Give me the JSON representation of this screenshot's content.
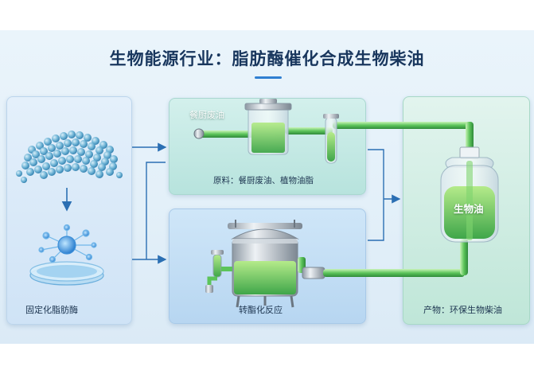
{
  "title": "生物能源行业：脂肪酶催化合成生物柴油",
  "panels": {
    "enzyme": {
      "label": "固定化脂肪酶"
    },
    "feedstock": {
      "tag": "餐厨废油",
      "label": "原料：餐厨废油、植物油脂"
    },
    "reaction": {
      "label": "转酯化反应"
    },
    "product": {
      "tank_label": "生物油",
      "label": "产物：环保生物柴油"
    }
  },
  "colors": {
    "title": "#18365d",
    "accent": "#2f7fd1",
    "oil_green": "#5cc45a",
    "arrow": "#2b6fb3"
  }
}
